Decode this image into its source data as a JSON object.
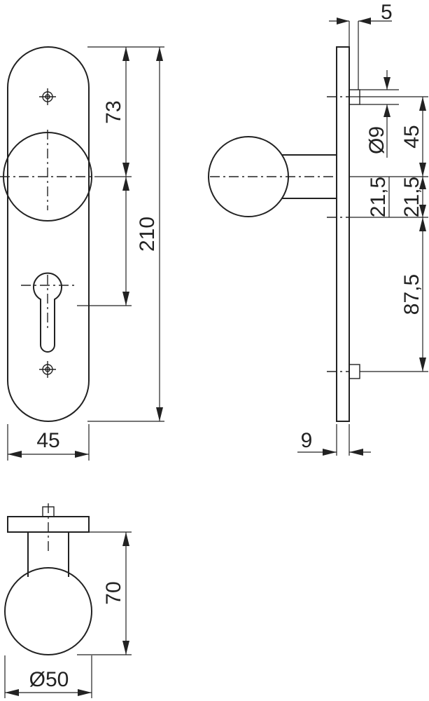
{
  "dimensions": {
    "top_offset": "73",
    "plate_height": "210",
    "plate_width": "45",
    "spindle_gap": "5",
    "screw_diameter": "Ø9",
    "upper_spacing": "45",
    "mid_spacing_top": "21,5",
    "mid_spacing_bottom": "21,5",
    "lower_spacing": "87,5",
    "plate_thickness": "9",
    "knob_projection": "70",
    "knob_diameter": "Ø50"
  }
}
